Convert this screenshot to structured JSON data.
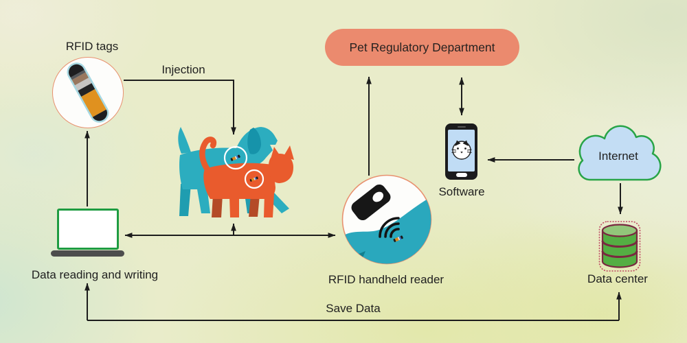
{
  "labels": {
    "rfid_tags": "RFID tags",
    "injection": "Injection",
    "pet_regulatory_department": "Pet Regulatory Department",
    "software": "Software",
    "internet": "Internet",
    "data_center": "Data center",
    "data_reading_and_writing": "Data reading and writing",
    "rfid_handheld_reader": "RFID handheld reader",
    "save_data": "Save Data"
  },
  "nodes": [
    {
      "id": "rfid_tags",
      "icon": "rfid-tag-capsule-icon"
    },
    {
      "id": "pets",
      "icon": "dog-and-cat-silhouettes"
    },
    {
      "id": "pet_regulatory_department",
      "icon": "pill-box"
    },
    {
      "id": "software",
      "icon": "smartphone-pet-app-icon"
    },
    {
      "id": "internet",
      "icon": "cloud-icon"
    },
    {
      "id": "data_center",
      "icon": "database-icon"
    },
    {
      "id": "rfid_handheld_reader",
      "icon": "handheld-scanner-icon"
    },
    {
      "id": "data_reading_and_writing",
      "icon": "laptop-icon"
    }
  ],
  "edges": [
    {
      "from": "rfid_tags",
      "to": "pets",
      "label": "Injection",
      "arrows": "to"
    },
    {
      "from": "data_reading_and_writing",
      "to": "rfid_tags",
      "arrows": "to"
    },
    {
      "from": "rfid_handheld_reader",
      "to": "pet_regulatory_department",
      "arrows": "to"
    },
    {
      "from": "pet_regulatory_department",
      "to": "software",
      "arrows": "both"
    },
    {
      "from": "internet",
      "to": "software",
      "arrows": "to"
    },
    {
      "from": "internet",
      "to": "data_center",
      "arrows": "to"
    },
    {
      "from": "data_reading_and_writing",
      "to": "rfid_handheld_reader",
      "arrows": "both"
    },
    {
      "from": "data_reading_and_writing",
      "to": "pets",
      "arrows": "to"
    },
    {
      "from": "data_center",
      "to": "data_reading_and_writing",
      "label": "Save Data",
      "arrows": "both"
    }
  ],
  "colors": {
    "background": "#E9ECCA",
    "salmon": "#EB8A6E",
    "dog_teal": "#2CADBF",
    "cat_orange": "#E95B2D",
    "laptop_green": "#1E9C41",
    "cloud_fill": "#C3DDF4",
    "cloud_border": "#28A447",
    "database_green": "#54AE43",
    "database_outline": "#7A2840",
    "phone_screen_blue": "#C0DCF5",
    "arrow_black": "#1C1C1C"
  }
}
